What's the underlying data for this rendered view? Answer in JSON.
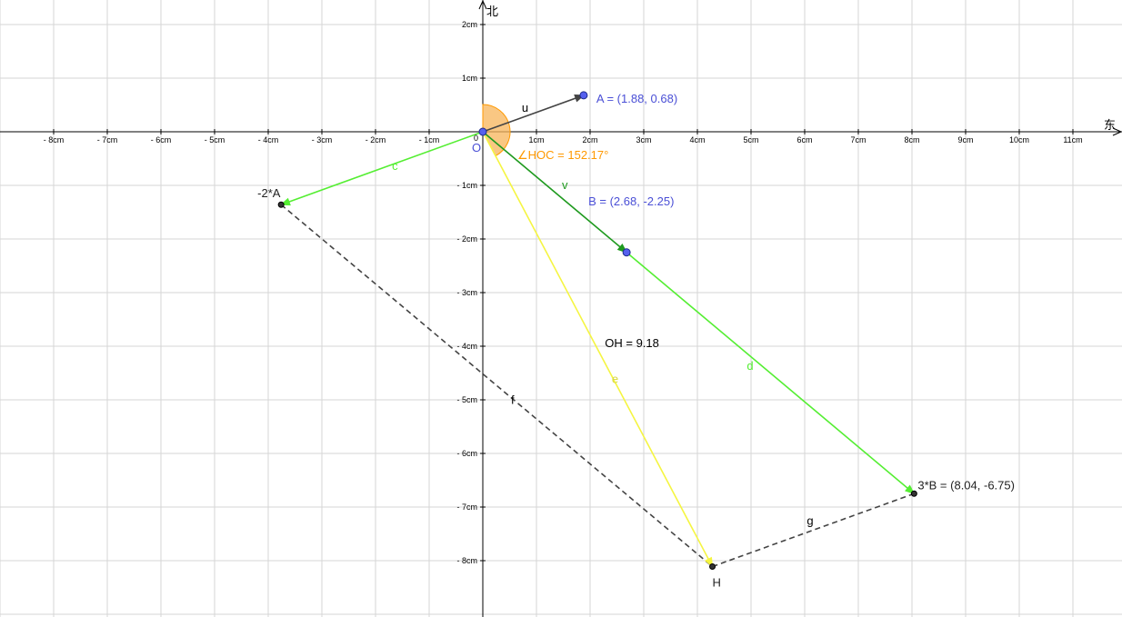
{
  "axes": {
    "x_name": "东",
    "y_name": "北",
    "origin_mark": "0",
    "unit_suffix": "cm",
    "x_range": [
      -9,
      12
    ],
    "y_range": [
      -9,
      2.5
    ],
    "x_ticks": [
      -8,
      -7,
      -6,
      -5,
      -4,
      -3,
      -2,
      -1,
      1,
      2,
      3,
      4,
      5,
      6,
      7,
      8,
      9,
      10,
      11
    ],
    "y_ticks": [
      2,
      1,
      -1,
      -2,
      -3,
      -4,
      -5,
      -6,
      -7,
      -8
    ],
    "grid": true
  },
  "points": [
    {
      "id": "O",
      "label": "O",
      "x": 0,
      "y": 0,
      "color": "#4a4fd6",
      "style": "blue"
    },
    {
      "id": "A",
      "label": "A = (1.88, 0.68)",
      "x": 1.88,
      "y": 0.68,
      "color": "#4a4fd6",
      "style": "blue"
    },
    {
      "id": "B",
      "label": "B = (2.68, -2.25)",
      "x": 2.68,
      "y": -2.25,
      "color": "#4a4fd6",
      "style": "blue"
    },
    {
      "id": "m2A",
      "label": "-2*A",
      "x": -3.76,
      "y": -1.36,
      "color": "#333333",
      "style": "dark"
    },
    {
      "id": "B3",
      "label": "3*B = (8.04, -6.75)",
      "x": 8.04,
      "y": -6.75,
      "color": "#333333",
      "style": "dark"
    },
    {
      "id": "H",
      "label": "H",
      "x": 4.28,
      "y": -8.11,
      "color": "#333333",
      "style": "dark"
    }
  ],
  "vectors": [
    {
      "name": "u",
      "from": "O",
      "to": "A",
      "color": "#444444"
    },
    {
      "name": "v",
      "from": "O",
      "to": "B",
      "color": "#1f9a1f"
    },
    {
      "name": "c",
      "from": "O",
      "to": "m2A",
      "color": "#55ee33"
    },
    {
      "name": "d",
      "from": "B",
      "to": "B3",
      "color": "#55ee33"
    },
    {
      "name": "e",
      "from": "O",
      "to": "H",
      "color": "#f5f542"
    }
  ],
  "segments": [
    {
      "name": "f",
      "from": "m2A",
      "to": "H",
      "color": "#444444",
      "dashed": true
    },
    {
      "name": "g",
      "from": "H",
      "to": "B3",
      "color": "#444444",
      "dashed": true
    }
  ],
  "angle": {
    "label": "∠HOC = 152.17°",
    "color": "#ff9900",
    "fill": "#f7b45a"
  },
  "measure": {
    "label": "OH = 9.18"
  }
}
